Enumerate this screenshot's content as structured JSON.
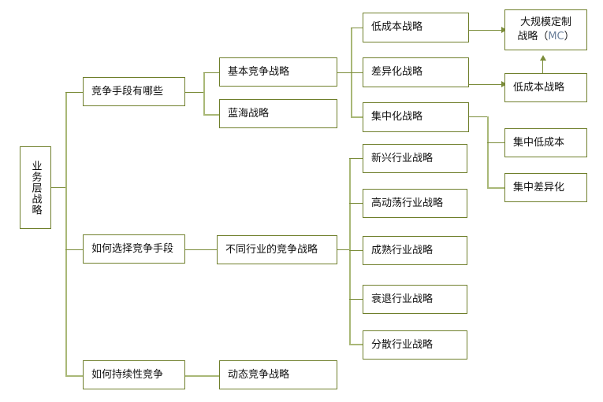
{
  "diagram": {
    "type": "tree-mindmap",
    "orientation": "left-to-right",
    "colors": {
      "box_border": "#6f7f2b",
      "connector": "#7b8c3a",
      "connector_soft": "#a9b877",
      "text": "#101010",
      "accent_mc": "#6a7f9a",
      "background": "#ffffff"
    },
    "root": {
      "label": "业务层战略"
    },
    "level2": [
      {
        "label": "竞争手段有哪些"
      },
      {
        "label": "如何选择竞争手段"
      },
      {
        "label": "如何持续性竞争"
      }
    ],
    "level3": [
      {
        "label": "基本竞争战略"
      },
      {
        "label": "蓝海战略"
      },
      {
        "label": "不同行业的竞争战略"
      },
      {
        "label": "动态竞争战略"
      }
    ],
    "generic_strategies": [
      {
        "label": "低成本战略"
      },
      {
        "label": "差异化战略"
      },
      {
        "label": "集中化战略"
      }
    ],
    "industry_strategies": [
      {
        "label": "新兴行业战略"
      },
      {
        "label": "高动荡行业战略"
      },
      {
        "label": "成熟行业战略"
      },
      {
        "label": "衰退行业战略"
      },
      {
        "label": "分散行业战略"
      }
    ],
    "outcomes": [
      {
        "label": "大规模定制战略（MC）",
        "line1": "大规模定制",
        "line2_prefix": "战略（",
        "line2_accent": "MC",
        "line2_suffix": "）"
      },
      {
        "label": "低成本战略"
      }
    ],
    "focus_strategies": [
      {
        "label": "集中低成本"
      },
      {
        "label": "集中差异化"
      }
    ]
  }
}
